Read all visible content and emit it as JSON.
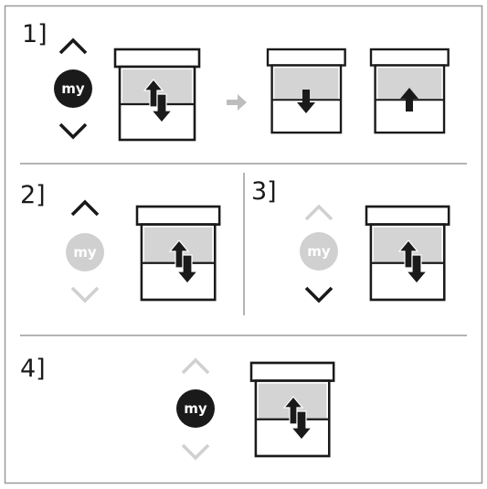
{
  "steps": [
    {
      "label": "1]",
      "my_button": "my",
      "states": {
        "up": "active",
        "my": "active",
        "down": "active"
      }
    },
    {
      "label": "2]",
      "my_button": "my",
      "states": {
        "up": "active",
        "my": "inactive",
        "down": "inactive"
      }
    },
    {
      "label": "3]",
      "my_button": "my",
      "states": {
        "up": "inactive",
        "my": "inactive",
        "down": "active"
      }
    },
    {
      "label": "4]",
      "my_button": "my",
      "states": {
        "up": "inactive",
        "my": "active",
        "down": "inactive"
      }
    }
  ],
  "colors": {
    "active": "#1a1a1a",
    "inactive": "#d0d0d0",
    "divider": "#9a9a9a",
    "window_fill": "#d4d4d4",
    "flow_arrow": "#bdbdbd"
  },
  "icons": [
    "chevron-up-icon",
    "my-button-icon",
    "chevron-down-icon",
    "window-icon",
    "up-down-arrows-icon",
    "down-arrow-icon",
    "up-arrow-icon",
    "flow-arrow-icon"
  ]
}
